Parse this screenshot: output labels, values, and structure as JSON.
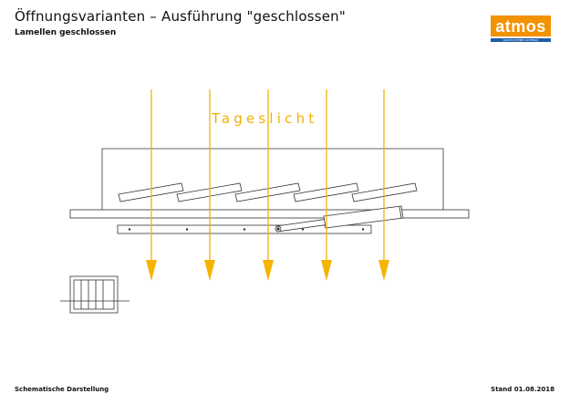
{
  "header": {
    "title": "Öffnungsvarianten – Ausführung \"geschlossen\"",
    "subtitle": "Lamellen geschlossen"
  },
  "logo": {
    "brand": "atmos",
    "tagline": "DACHSYSTEME LICHTBAU"
  },
  "diagram": {
    "daylight_label": "Tageslicht",
    "arrow_color": "#f5b400",
    "line_color": "#333333"
  },
  "footer": {
    "left": "Schematische Darstellung",
    "right": "Stand 01.08.2018"
  }
}
